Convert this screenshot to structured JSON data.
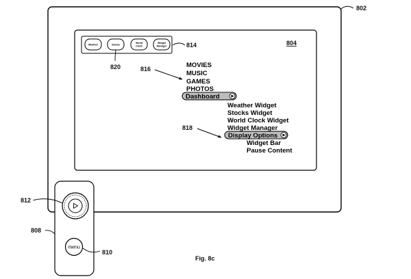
{
  "refs": {
    "tv": "802",
    "screen": "804",
    "remote": "808",
    "menu_button": "810",
    "wheel": "812",
    "widget_bar": "814",
    "main_menu": "816",
    "sub_menu": "818",
    "widget_button": "820"
  },
  "widget_buttons": [
    {
      "lines": [
        "Weather"
      ]
    },
    {
      "lines": [
        "Stocks"
      ]
    },
    {
      "lines": [
        "World",
        "Clock"
      ]
    },
    {
      "lines": [
        "Widget",
        "Manager"
      ]
    }
  ],
  "main_menu": [
    "MOVIES",
    "MUSIC",
    "GAMES",
    "PHOTOS"
  ],
  "main_menu_selected": "Dashboard",
  "dashboard_menu": [
    "Weather Widget",
    "Stocks Widget",
    "World Clock Widget",
    "Widget Manager"
  ],
  "dashboard_menu_selected": "Display Options",
  "display_options_menu": [
    "Widget Bar",
    "Pause Content"
  ],
  "remote": {
    "menu_label": "menu",
    "play_icon": "play-icon"
  },
  "figure_label": "Fig. 8c"
}
